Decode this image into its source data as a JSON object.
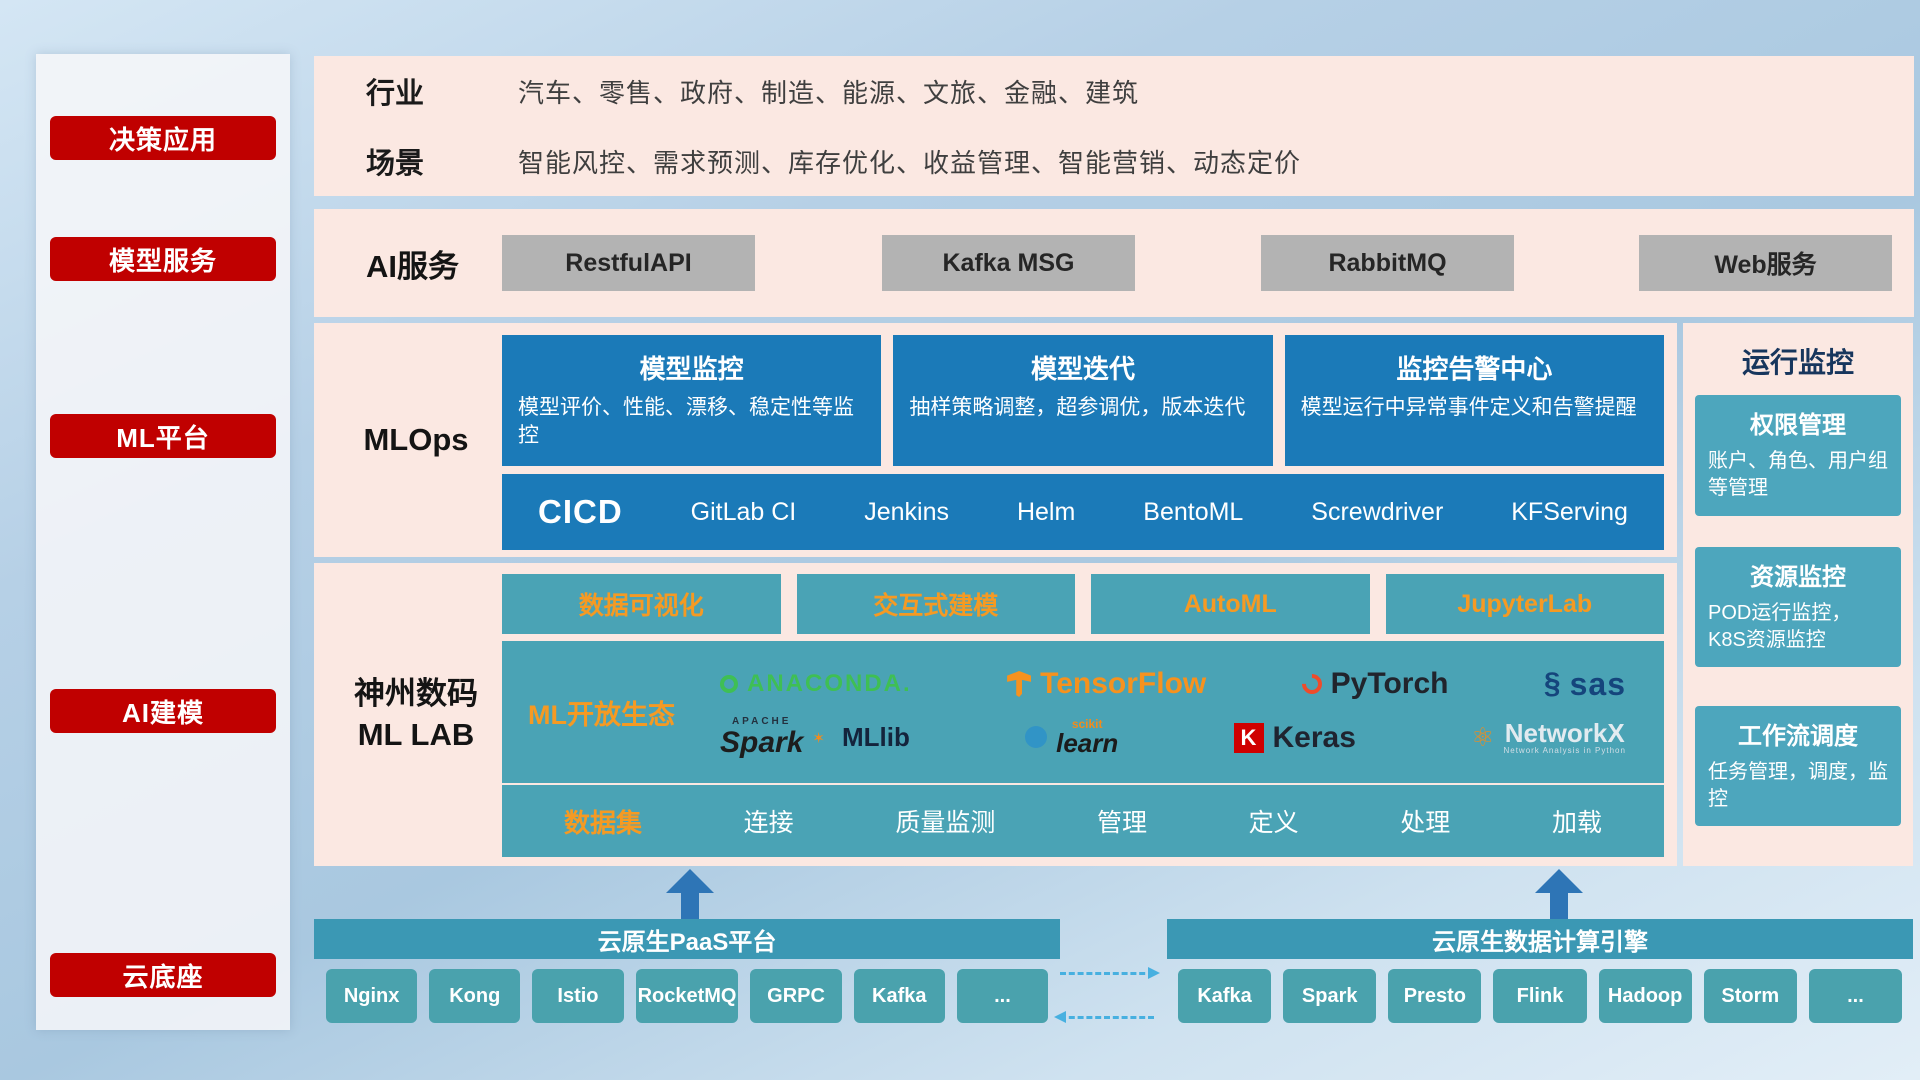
{
  "sidebar": {
    "items": [
      "决策应用",
      "模型服务",
      "ML平台",
      "AI建模",
      "云底座"
    ]
  },
  "industry": {
    "rows": [
      {
        "label": "行业",
        "value": "汽车、零售、政府、制造、能源、文旅、金融、建筑"
      },
      {
        "label": "场景",
        "value": "智能风控、需求预测、库存优化、收益管理、智能营销、动态定价"
      }
    ]
  },
  "ai_service": {
    "label": "AI服务",
    "buttons": [
      "RestfulAPI",
      "Kafka MSG",
      "RabbitMQ",
      "Web服务"
    ]
  },
  "mlops": {
    "label": "MLOps",
    "cards": [
      {
        "title": "模型监控",
        "desc": "模型评价、性能、漂移、稳定性等监控"
      },
      {
        "title": "模型迭代",
        "desc": "抽样策略调整，超参调优，版本迭代"
      },
      {
        "title": "监控告警中心",
        "desc": "模型运行中异常事件定义和告警提醒"
      }
    ],
    "cicd_label": "CICD",
    "cicd_items": [
      "GitLab CI",
      "Jenkins",
      "Helm",
      "BentoML",
      "Screwdriver",
      "KFServing"
    ]
  },
  "mllab": {
    "label_line1": "神州数码",
    "label_line2": "ML LAB",
    "tools": [
      "数据可视化",
      "交互式建模",
      "AutoML",
      "JupyterLab"
    ],
    "ecosystem_label": "ML开放生态",
    "logos": {
      "anaconda": "ANACONDA.",
      "tensorflow": "TensorFlow",
      "pytorch": "PyTorch",
      "sas": "sas",
      "spark_caption": "APACHE",
      "spark": "Spark",
      "mllib": "MLlib",
      "sklearn_caption": "scikit",
      "sklearn": "learn",
      "keras_icon": "K",
      "keras": "Keras",
      "networkx": "NetworkX",
      "networkx_caption": "Network Analysis in Python"
    },
    "dataset_label": "数据集",
    "dataset_items": [
      "连接",
      "质量监测",
      "管理",
      "定义",
      "处理",
      "加载"
    ]
  },
  "monitoring": {
    "title": "运行监控",
    "cards": [
      {
        "title": "权限管理",
        "desc": "账户、角色、用户组等管理"
      },
      {
        "title": "资源监控",
        "desc": "POD运行监控，K8S资源监控"
      },
      {
        "title": "工作流调度",
        "desc": "任务管理，调度，监控"
      }
    ]
  },
  "cloud": {
    "paas_title": "云原生PaaS平台",
    "paas_items": [
      "Nginx",
      "Kong",
      "Istio",
      "RocketMQ",
      "GRPC",
      "Kafka",
      "..."
    ],
    "engine_title": "云原生数据计算引擎",
    "engine_items": [
      "Kafka",
      "Spark",
      "Presto",
      "Flink",
      "Hadoop",
      "Storm",
      "..."
    ]
  },
  "colors": {
    "red": "#c00000",
    "panel_pink": "#fbe8e2",
    "blue": "#1b7ab8",
    "teal": "#4aa3b5",
    "orange": "#f59a23"
  }
}
